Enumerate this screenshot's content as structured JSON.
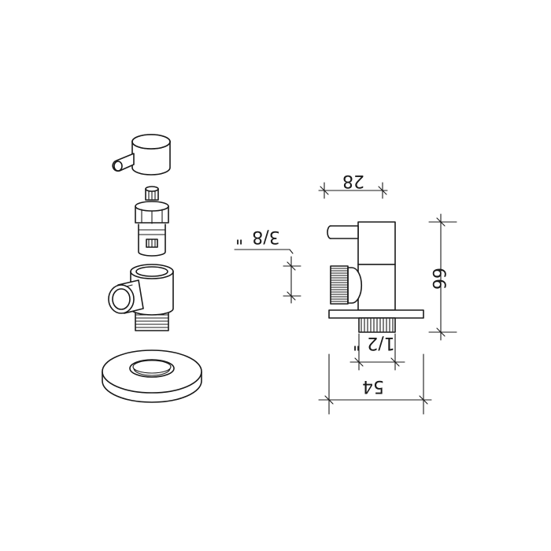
{
  "dimensions": {
    "top_width": "28",
    "outlet_thread": "3/8",
    "inch_mark": "\"",
    "height": "66",
    "inlet_thread": "1/2",
    "base_width": "54"
  },
  "parts": {
    "handle": "handle-icon",
    "cartridge": "cartridge-icon",
    "valve_body": "valve-body-icon",
    "flange": "flange-icon"
  }
}
